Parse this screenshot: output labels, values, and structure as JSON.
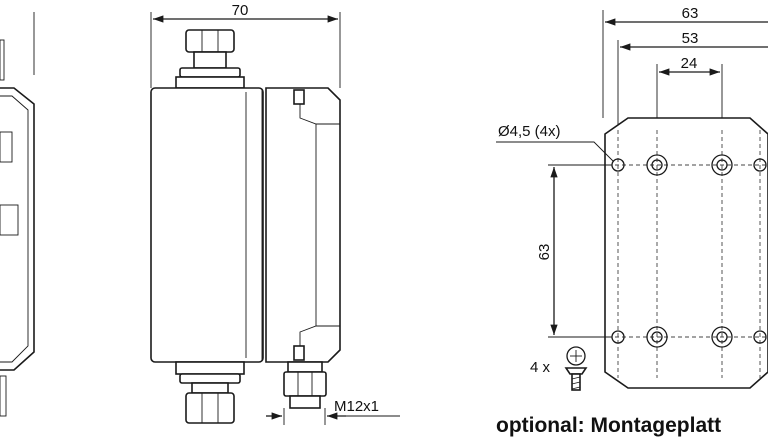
{
  "dimensions": {
    "width_top": "70",
    "plate_width_outer": "63",
    "plate_width_mid": "53",
    "plate_width_inner": "24",
    "plate_height": "63",
    "hole_diameter": "Ø4,5 (4x)",
    "connector_thread": "M12x1",
    "screw_count": "4 x"
  },
  "caption": "optional: Montageplatt"
}
